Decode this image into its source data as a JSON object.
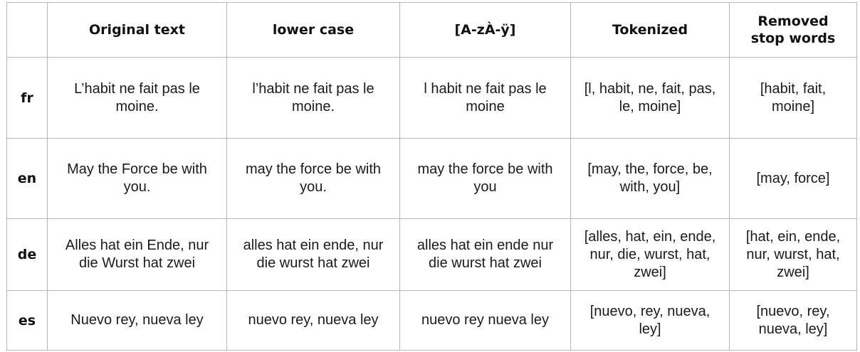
{
  "columns": [
    "",
    "Original text",
    "lower case",
    "[A-zÀ-ÿ]",
    "Tokenized",
    "Removed stop words"
  ],
  "rows": [
    {
      "lang": "fr",
      "cells": [
        "L’habit ne fait pas le moine.",
        "l’habit ne fait pas le moine.",
        "l habit ne fait pas le moine",
        "[l, habit, ne, fait, pas, le, moine]",
        "[habit, fait, moine]"
      ]
    },
    {
      "lang": "en",
      "cells": [
        "May the Force be with you.",
        "may the force be with you.",
        "may the force be with you",
        "[may, the, force, be, with, you]",
        "[may, force]"
      ]
    },
    {
      "lang": "de",
      "cells": [
        "Alles hat ein Ende, nur die Wurst hat zwei",
        "alles hat ein ende, nur die wurst hat zwei",
        "alles hat ein ende nur die wurst hat zwei",
        "[alles, hat, ein, ende, nur, die, wurst, hat, zwei]",
        "[hat, ein, ende, nur, wurst, hat, zwei]"
      ]
    },
    {
      "lang": "es",
      "cells": [
        "Nuevo rey, nueva ley",
        "nuevo rey, nueva ley",
        "nuevo rey nueva ley",
        "[nuevo, rey, nueva, ley]",
        "[nuevo, rey, nueva, ley]"
      ]
    }
  ]
}
